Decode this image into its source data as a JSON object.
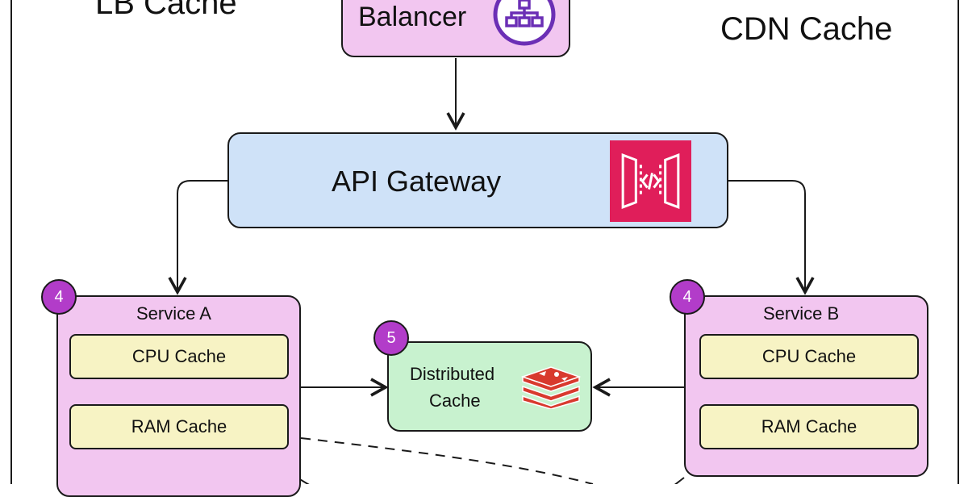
{
  "top": {
    "lb_cache_label": "LB Cache",
    "cdn_cache_label": "CDN Cache"
  },
  "load_balancer": {
    "label": "Balancer",
    "icon": "network-hierarchy-icon"
  },
  "api_gateway": {
    "label": "API Gateway",
    "icon": "api-gateway-icon",
    "icon_color": "#e01e5a"
  },
  "service_a": {
    "badge": "4",
    "title": "Service A",
    "cpu_cache": "CPU Cache",
    "ram_cache": "RAM Cache"
  },
  "service_b": {
    "badge": "4",
    "title": "Service B",
    "cpu_cache": "CPU Cache",
    "ram_cache": "RAM Cache"
  },
  "distributed_cache": {
    "badge": "5",
    "line1": "Distributed",
    "line2": "Cache",
    "icon": "redis-stack-icon",
    "icon_color": "#d83a2e"
  },
  "colors": {
    "service_fill": "#f2c6f0",
    "gateway_fill": "#cfe2f8",
    "cache_fill": "#c8f2cf",
    "layer_fill": "#f7f3c4",
    "badge_fill": "#b23cc9"
  }
}
